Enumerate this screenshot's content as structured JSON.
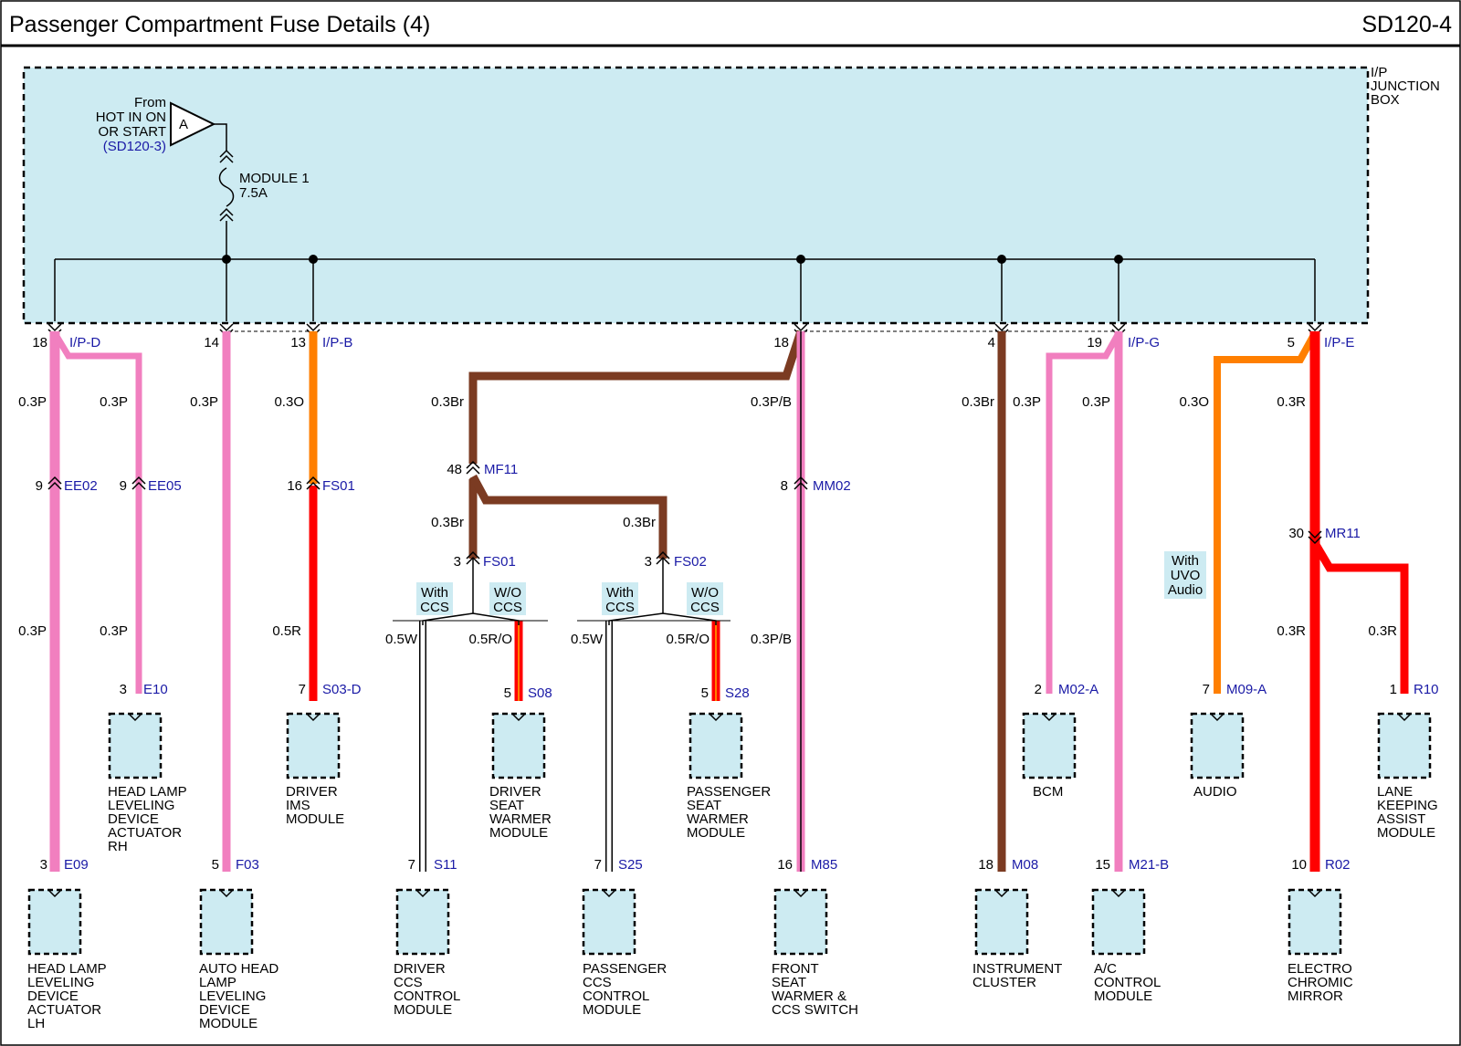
{
  "header": {
    "title": "Passenger Compartment Fuse Details (4)",
    "code": "SD120-4"
  },
  "junction_box": {
    "label": [
      "I/P",
      "JUNCTION",
      "BOX"
    ]
  },
  "source": {
    "from": "From",
    "hot": "HOT IN ON",
    "or_start": "OR START",
    "ref": "(SD120-3)",
    "tag": "A"
  },
  "fuse": {
    "name": "MODULE 1",
    "rating": "7.5A"
  },
  "colors": {
    "box_fill": "#cdebf2",
    "pink": "#f17fbf",
    "orange": "#ff7f00",
    "red": "#ff0000",
    "brown": "#7b3b22",
    "white": "#ffffff",
    "connector_text": "#1a1aa6"
  },
  "conditions": {
    "with_ccs": [
      "With",
      "CCS"
    ],
    "wo_ccs": [
      "W/O",
      "CCS"
    ],
    "with_uvo": [
      "With",
      "UVO",
      "Audio"
    ]
  },
  "pins": {
    "ipd_pin": "18",
    "ipd": "I/P-D",
    "p14": "14",
    "ipb_pin": "13",
    "ipb": "I/P-B",
    "p18b": "18",
    "p4": "4",
    "ipg_pin": "19",
    "ipg": "I/P-G",
    "ipe_pin": "5",
    "ipe": "I/P-E",
    "ee02_pin": "9",
    "ee02": "EE02",
    "ee05_pin": "9",
    "ee05": "EE05",
    "fs01a_pin": "16",
    "fs01a": "FS01",
    "mf11_pin": "48",
    "mf11": "MF11",
    "fs01b_pin": "3",
    "fs01b": "FS01",
    "fs02_pin": "3",
    "fs02": "FS02",
    "mm02_pin": "8",
    "mm02": "MM02",
    "mr11_pin": "30",
    "mr11": "MR11",
    "e10_pin": "3",
    "e10": "E10",
    "s03d_pin": "7",
    "s03d": "S03-D",
    "s08_pin": "5",
    "s08": "S08",
    "s28_pin": "5",
    "s28": "S28",
    "m02a_pin": "2",
    "m02a": "M02-A",
    "m09a_pin": "7",
    "m09a": "M09-A",
    "r10_pin": "1",
    "r10": "R10",
    "e09_pin": "3",
    "e09": "E09",
    "f03_pin": "5",
    "f03": "F03",
    "s11_pin": "7",
    "s11": "S11",
    "s25_pin": "7",
    "s25": "S25",
    "m85_pin": "16",
    "m85": "M85",
    "m08_pin": "18",
    "m08": "M08",
    "m21b_pin": "15",
    "m21b": "M21-B",
    "r02_pin": "10",
    "r02": "R02"
  },
  "wires": {
    "w1": "0.3P",
    "w2": "0.3P",
    "w3": "0.3P",
    "w4": "0.3O",
    "w5": "0.3Br",
    "w6": "0.3P/B",
    "w7": "0.3Br",
    "w8": "0.3P",
    "w9": "0.3P",
    "w10": "0.3O",
    "w11": "0.3R",
    "w12": "0.3P",
    "w13": "0.3P",
    "w14": "0.5R",
    "w15": "0.3Br",
    "w16": "0.3Br",
    "w17": "0.5W",
    "w18": "0.5R/O",
    "w19": "0.5W",
    "w20": "0.5R/O",
    "w21": "0.3P/B",
    "w22": "0.3R",
    "w23": "0.3R"
  },
  "components": {
    "hl_rh": [
      "HEAD LAMP",
      "LEVELING",
      "DEVICE",
      "ACTUATOR",
      "RH"
    ],
    "ims": [
      "DRIVER",
      "IMS",
      "MODULE"
    ],
    "dsw": [
      "DRIVER",
      "SEAT",
      "WARMER",
      "MODULE"
    ],
    "psw": [
      "PASSENGER",
      "SEAT",
      "WARMER",
      "MODULE"
    ],
    "bcm": [
      "BCM"
    ],
    "audio": [
      "AUDIO"
    ],
    "lka": [
      "LANE",
      "KEEPING",
      "ASSIST",
      "MODULE"
    ],
    "hl_lh": [
      "HEAD LAMP",
      "LEVELING",
      "DEVICE",
      "ACTUATOR",
      "LH"
    ],
    "ahl": [
      "AUTO HEAD",
      "LAMP",
      "LEVELING",
      "DEVICE",
      "MODULE"
    ],
    "dccs": [
      "DRIVER",
      "CCS",
      "CONTROL",
      "MODULE"
    ],
    "pccs": [
      "PASSENGER",
      "CCS",
      "CONTROL",
      "MODULE"
    ],
    "fsw": [
      "FRONT",
      "SEAT",
      "WARMER &",
      "CCS SWITCH"
    ],
    "cluster": [
      "INSTRUMENT",
      "CLUSTER"
    ],
    "ac": [
      "A/C",
      "CONTROL",
      "MODULE"
    ],
    "ecm": [
      "ELECTRO",
      "CHROMIC",
      "MIRROR"
    ]
  }
}
